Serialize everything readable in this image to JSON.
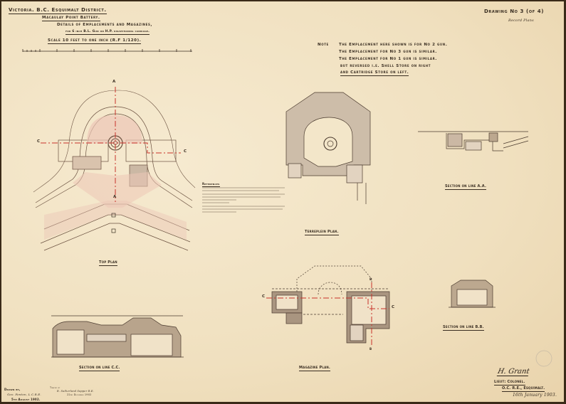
{
  "title_block": {
    "line1": "Victoria. B.C. Esquimalt District.",
    "line2": "Macaulay Point Battery.",
    "line3": "Details of Emplacements and Magazines,",
    "line4": "for 6 inch B.L. Gun on H.P. disappearing carriage.",
    "scale": "Scale 10 feet to one inch (R.F 1/120)."
  },
  "drawing_number": "Drawing No 3 (of 4)",
  "record_note": "Record Plans",
  "note": {
    "label": "Note",
    "lines": [
      "The Emplacement here shown is for No 2 gun.",
      "The Emplacement for No 3 gun is similar.",
      "The Emplacement for No 1 gun is similar.",
      "but reversed  i.e.  Shell Store on right",
      "and Cartridge Store on left."
    ]
  },
  "views": {
    "top_plan": "Top Plan",
    "terreplein_plan": "Terreplein Plan.",
    "section_aa": "Section on line A.A.",
    "section_bb": "Section on line B.B.",
    "section_cc": "Section on line C.C.",
    "magazine_plan": "Magazine Plan."
  },
  "section_marks": {
    "a": "A",
    "c": "C",
    "b": "B"
  },
  "references_heading": "References",
  "drawn_by": {
    "label": "Drawn by,",
    "name": "Geo. Fenton, L.C.R.E.",
    "date": "5th August 1902."
  },
  "traced_by": {
    "label": "Traced by",
    "name": "R. Sutherland Sapper R.E.",
    "date": "22nd December 1902"
  },
  "approval": {
    "signature": "H. Grant",
    "rank": "Lieut: Colonel.",
    "office": "O.C. R.E., Esquimalt.",
    "date": "16th January 1903."
  },
  "colors": {
    "paper": "#f3e6c9",
    "ink": "#3a2e22",
    "red_line": "#c8322a",
    "wash": "#e9b9a8",
    "border": "#3a2a18"
  }
}
